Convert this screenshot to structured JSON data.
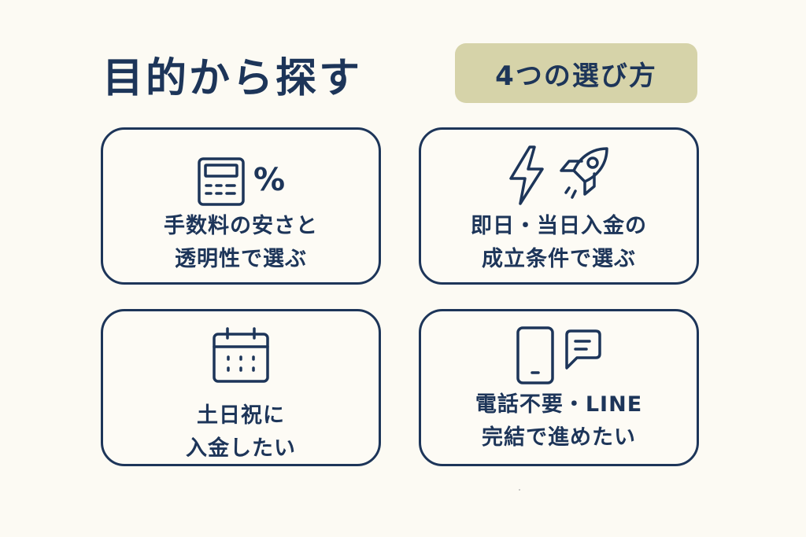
{
  "header": {
    "title": "目的から探す",
    "badge": "4つの選び方"
  },
  "colors": {
    "background": "#fcfaf3",
    "navy": "#1d3559",
    "badge_bg": "#d6d3a9"
  },
  "cards": [
    {
      "icons": [
        "calculator-icon",
        "percent-icon"
      ],
      "percent_symbol": "%",
      "line1": "手数料の安さと",
      "line2": "透明性で選ぶ"
    },
    {
      "icons": [
        "lightning-icon",
        "rocket-icon"
      ],
      "line1": "即日・当日入金の",
      "line2": "成立条件で選ぶ"
    },
    {
      "icons": [
        "calendar-icon"
      ],
      "line1": "土日祝に",
      "line2": "入金したい"
    },
    {
      "icons": [
        "smartphone-icon",
        "chat-bubble-icon"
      ],
      "line1": "電話不要・LINE",
      "line2": "完結で進めたい"
    }
  ]
}
